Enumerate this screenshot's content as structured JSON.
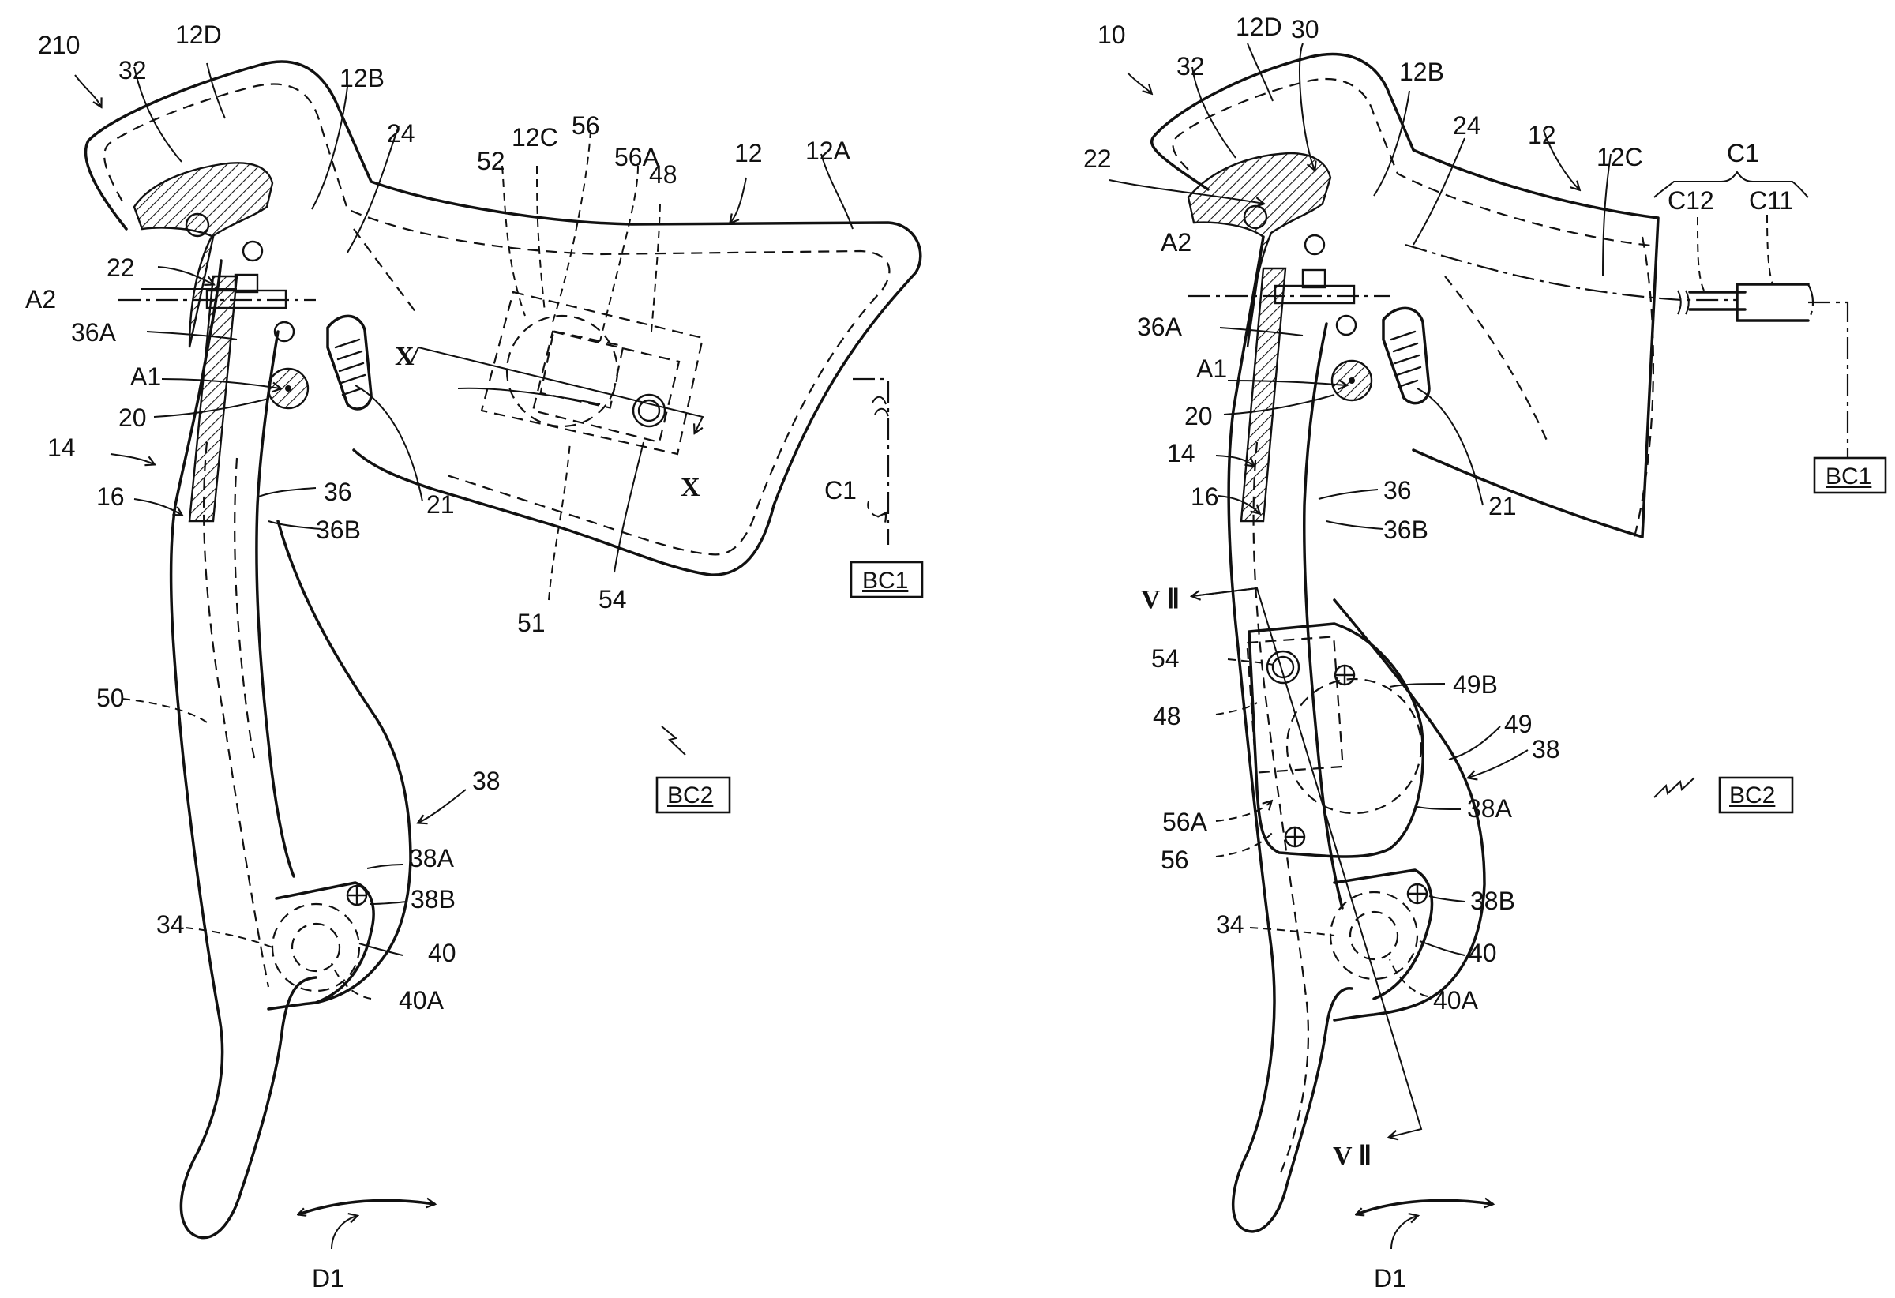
{
  "figure_left": {
    "label_210": "210",
    "label_12D": "12D",
    "label_32": "32",
    "label_12B": "12B",
    "label_24": "24",
    "label_52": "52",
    "label_12C": "12C",
    "label_56": "56",
    "label_56A": "56A",
    "label_48": "48",
    "label_12": "12",
    "label_12A": "12A",
    "label_22": "22",
    "label_A2": "A2",
    "label_36A": "36A",
    "label_X_top": "X",
    "label_X_bottom": "X",
    "label_A1": "A1",
    "label_20": "20",
    "label_14": "14",
    "label_16": "16",
    "label_36": "36",
    "label_36B": "36B",
    "label_21": "21",
    "label_C1": "C1",
    "label_BC1": "BC1",
    "label_51": "51",
    "label_54": "54",
    "label_50": "50",
    "label_BC2": "BC2",
    "label_38": "38",
    "label_38A": "38A",
    "label_38B": "38B",
    "label_34": "34",
    "label_40": "40",
    "label_40A": "40A",
    "label_D1": "D1"
  },
  "figure_right": {
    "label_10": "10",
    "label_12D": "12D",
    "label_30": "30",
    "label_32": "32",
    "label_12B": "12B",
    "label_24": "24",
    "label_12": "12",
    "label_12C": "12C",
    "label_C1": "C1",
    "label_C12": "C12",
    "label_C11": "C11",
    "label_22": "22",
    "label_A2": "A2",
    "label_36A": "36A",
    "label_A1": "A1",
    "label_20": "20",
    "label_14": "14",
    "label_16": "16",
    "label_36": "36",
    "label_36B": "36B",
    "label_21": "21",
    "label_BC1": "BC1",
    "label_VII_top": "V Ⅱ",
    "label_VII_bottom": "V Ⅱ",
    "label_54": "54",
    "label_48": "48",
    "label_49B": "49B",
    "label_49": "49",
    "label_38": "38",
    "label_38A": "38A",
    "label_BC2": "BC2",
    "label_56A": "56A",
    "label_56": "56",
    "label_38B": "38B",
    "label_34": "34",
    "label_40": "40",
    "label_40A": "40A",
    "label_D1": "D1"
  }
}
